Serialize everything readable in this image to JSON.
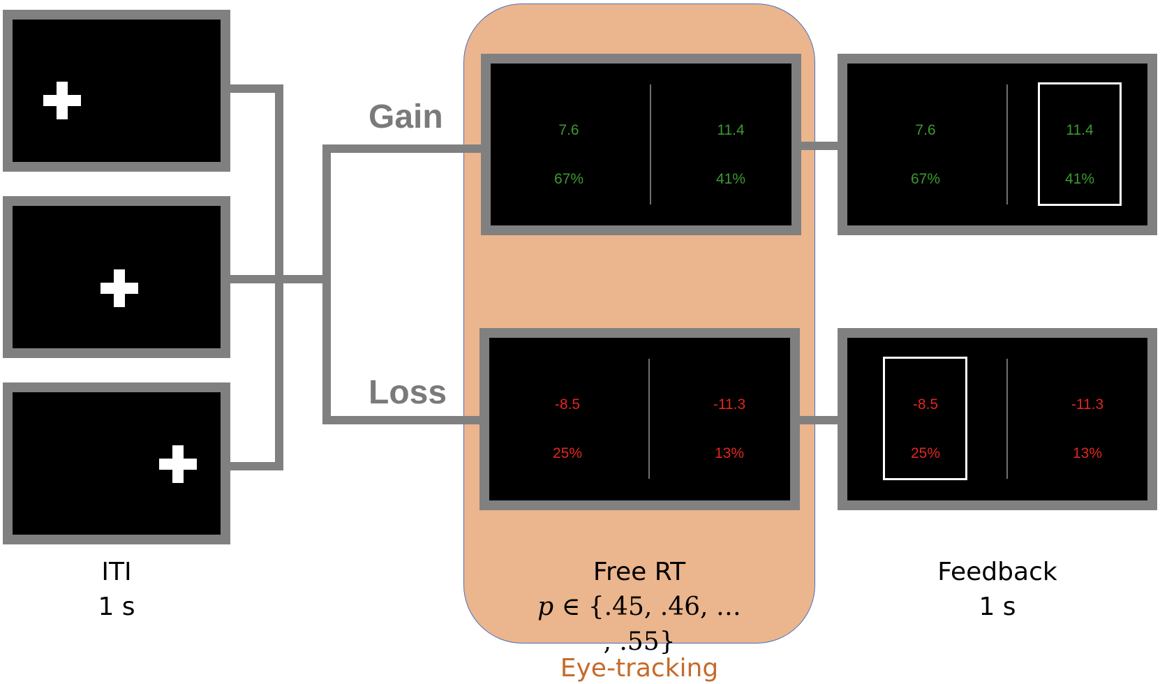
{
  "conditions": {
    "gain": "Gain",
    "loss": "Loss"
  },
  "stages": {
    "iti": {
      "title": "ITI",
      "duration": "1 s"
    },
    "free_rt": {
      "title": "Free RT",
      "p_symbol": "p",
      "p_values": "∈ {.45, .46, … , .55}"
    },
    "feedback": {
      "title": "Feedback",
      "duration": "1 s"
    }
  },
  "eye_tracking_label": "Eye-tracking",
  "gain_trial": {
    "left": {
      "value": "7.6",
      "prob": "67%"
    },
    "right": {
      "value": "11.4",
      "prob": "41%"
    },
    "feedback_selected": "right"
  },
  "loss_trial": {
    "left": {
      "value": "-8.5",
      "prob": "25%"
    },
    "right": {
      "value": "-11.3",
      "prob": "13%"
    },
    "feedback_selected": "left"
  },
  "colors": {
    "gain": "#3b9a2e",
    "loss": "#e0261f",
    "frame": "#808080",
    "eye_tracking_bg": "#ebb58d",
    "eye_tracking_text": "#c56b2a"
  }
}
